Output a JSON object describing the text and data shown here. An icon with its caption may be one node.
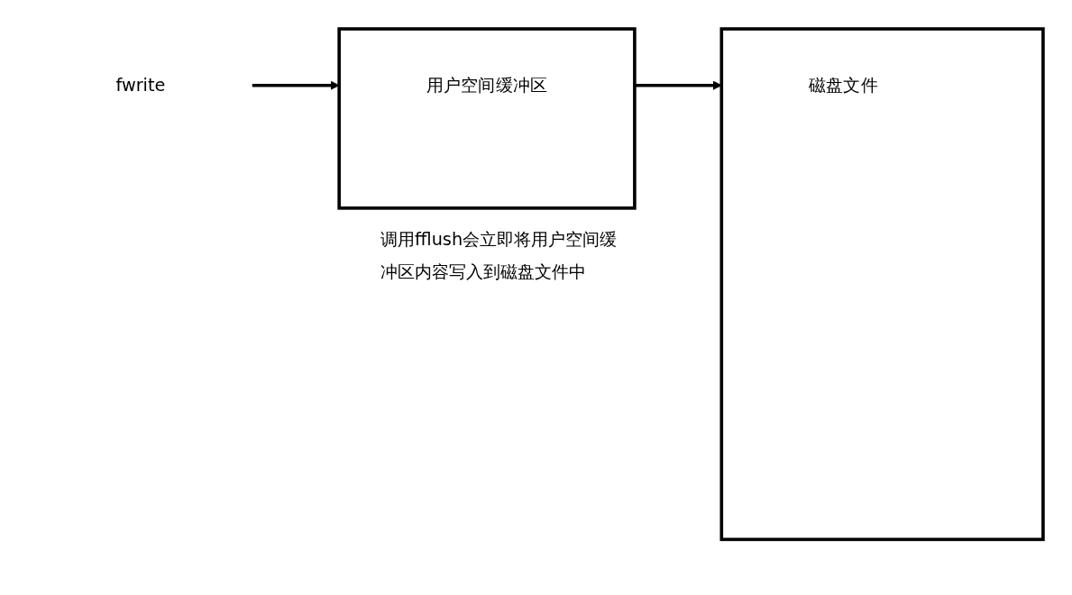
{
  "diagram": {
    "nodes": [
      {
        "text": [
          "fwrite"
        ]
      },
      {
        "text": [
          "用户空间缓冲区"
        ],
        "beside": [
          "调用fflush会立即将用户空间缓冲区内容写入到磁盘文件中"
        ]
      },
      {
        "text": [
          "磁盘文件"
        ]
      }
    ],
    "edges": [
      {
        "from": 0,
        "to": 1,
        "arrow": "to"
      },
      {
        "from": 1,
        "to": 2,
        "arrow": "to"
      }
    ]
  }
}
